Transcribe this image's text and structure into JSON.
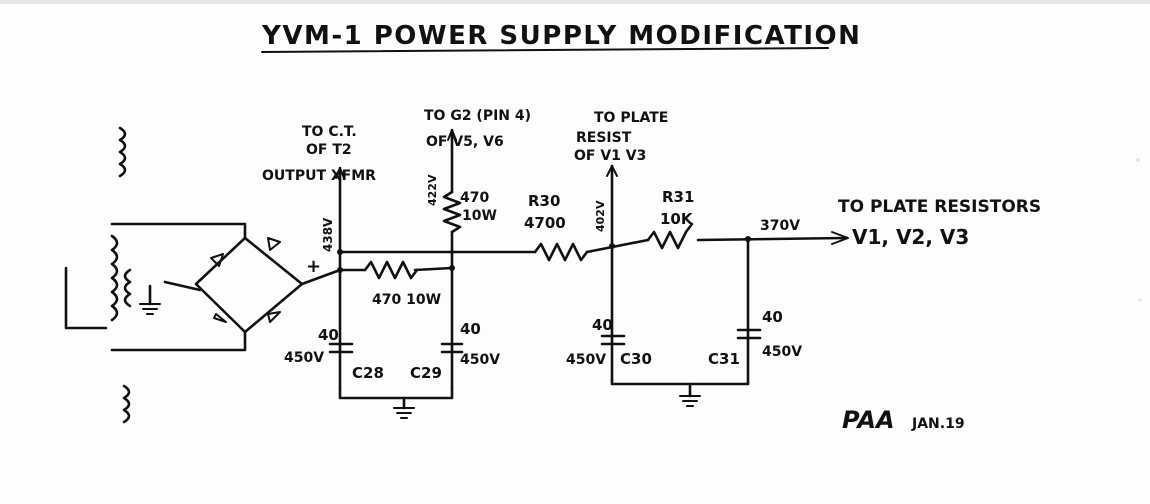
{
  "title": "YVM-1 POWER SUPPLY MODIFICATION",
  "labels": {
    "to_ct": "TO C.T.",
    "of_t2": "OF T2",
    "output_xfmr": "OUTPUT XFMR",
    "to_g2": "TO G2 (PIN 4)",
    "of_v5v6": "OF V5, V6",
    "v438": "438V",
    "v422": "422V",
    "r470_top_val": "470",
    "r470_top_watt": "10W",
    "r470_bottom": "470 10W",
    "r30_name": "R30",
    "r30_val": "4700",
    "v402": "402V",
    "to_plate_line1": "TO PLATE",
    "to_plate_line2": "RESIST",
    "to_plate_line3": "OF V1 V3",
    "r31_name": "R31",
    "r31_val": "10K",
    "v370": "370V",
    "to_plate_resistors": "TO PLATE RESISTORS",
    "v_list": "V1, V2, V3",
    "plus": "+",
    "c28_val": "40",
    "c28_volt": "450V",
    "c28_name": "C28",
    "c29_name": "C29",
    "c29_val": "40",
    "c29_volt": "450V",
    "c30_val": "40",
    "c30_volt": "450V",
    "c30_name": "C30",
    "c31_name": "C31",
    "c31_val": "40",
    "c31_volt": "450V",
    "signature": "PAA",
    "date": "JAN.19"
  }
}
